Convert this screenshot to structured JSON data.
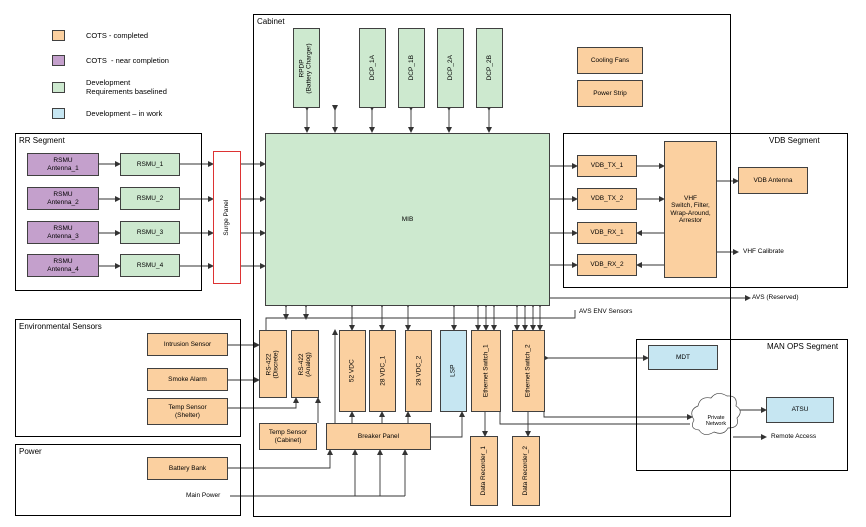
{
  "legend": [
    {
      "label": "COTS - completed",
      "color": "#fbd0a0"
    },
    {
      "label": "COTS  - near completion",
      "color": "#c4a0cc"
    },
    {
      "label": "Development\nRequirements baselined",
      "color": "#cde9cf"
    },
    {
      "label": "Development – in work",
      "color": "#c6e6f2"
    }
  ],
  "segments": {
    "cabinet": "Cabinet",
    "rr": "RR Segment",
    "vdb": "VDB Segment",
    "env": "Environmental Sensors",
    "power": "Power",
    "manops": "MAN OPS Segment"
  },
  "blocks": {
    "rpdp": "RPDP\n(Battery Charger)",
    "dcp_1a": "DCP_1A",
    "dcp_1b": "DCP_1B",
    "dcp_2a": "DCP_2A",
    "dcp_2b": "DCP_2B",
    "cooling_fans": "Cooling Fans",
    "power_strip": "Power Strip",
    "mib": "MIB",
    "surge_panel": "Surge Panel",
    "rsmu_antenna_1": "RSMU\nAntenna_1",
    "rsmu_antenna_2": "RSMU\nAntenna_2",
    "rsmu_antenna_3": "RSMU\nAntenna_3",
    "rsmu_antenna_4": "RSMU\nAntenna_4",
    "rsmu_1": "RSMU_1",
    "rsmu_2": "RSMU_2",
    "rsmu_3": "RSMU_3",
    "rsmu_4": "RSMU_4",
    "vdb_tx_1": "VDB_TX_1",
    "vdb_tx_2": "VDB_TX_2",
    "vdb_rx_1": "VDB_RX_1",
    "vdb_rx_2": "VDB_RX_2",
    "vhf": "VHF\nSwitch, Filter,\nWrap-Around,\nArrestor",
    "vdb_antenna": "VDB Antenna",
    "intrusion_sensor": "Intrusion Sensor",
    "smoke_alarm": "Smoke Alarm",
    "temp_sensor_shelter": "Temp Sensor\n(Shelter)",
    "rs422_discrete": "RS-422\n(Discrete)",
    "rs422_analog": "RS-422\n(Analog)",
    "vdc_52": "52 VDC",
    "vdc_28_1": "28 VDC_1",
    "vdc_28_2": "28 VDC_2",
    "lsp": "LSP",
    "eth_switch_1": "Ethernet Switch_1",
    "eth_switch_2": "Ethernet Switch_2",
    "temp_sensor_cabinet": "Temp Sensor\n(Cabinet)",
    "breaker_panel": "Breaker Panel",
    "battery_bank": "Battery Bank",
    "data_recorder_1": "Data Recorder_1",
    "data_recorder_2": "Data Recorder_2",
    "mdt": "MDT",
    "atsu": "ATSU"
  },
  "labels": {
    "vhf_calibrate": "VHF Calibrate",
    "avs_reserved": "AVS (Reserved)",
    "avs_env_sensors": "AVS ENV Sensors",
    "private_network": "Private\nNetwork",
    "remote_access": "Remote Access",
    "main_power": "Main Power"
  }
}
